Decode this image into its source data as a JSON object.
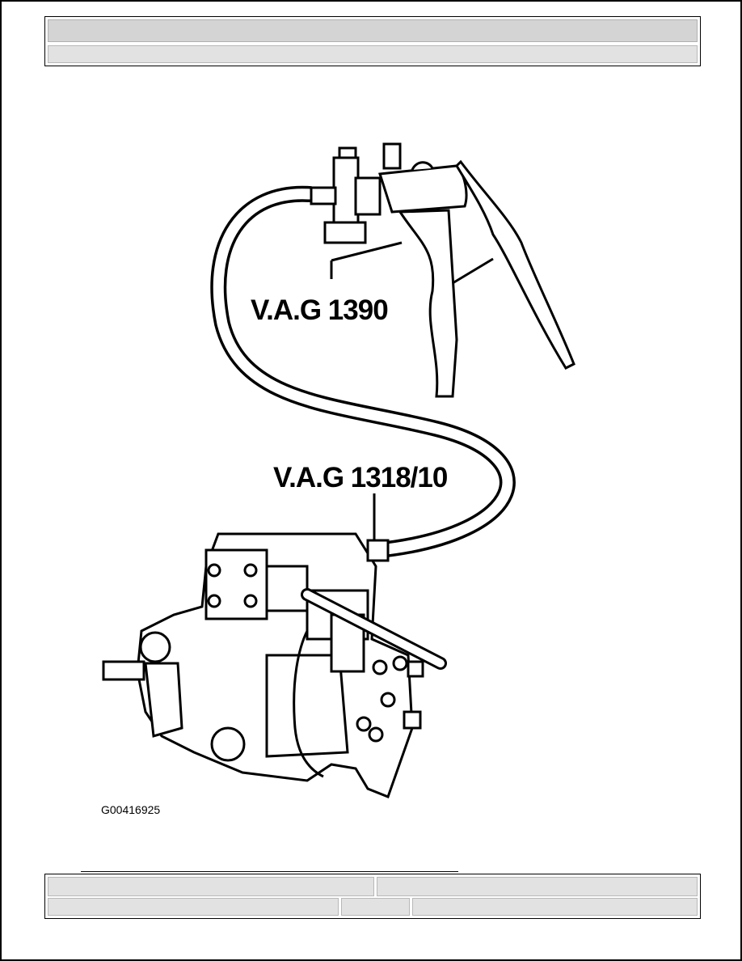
{
  "figure": {
    "labels": {
      "tool_a": "V.A.G 1390",
      "tool_b": "V.A.G 1318/10"
    },
    "caption": "G00416925"
  }
}
